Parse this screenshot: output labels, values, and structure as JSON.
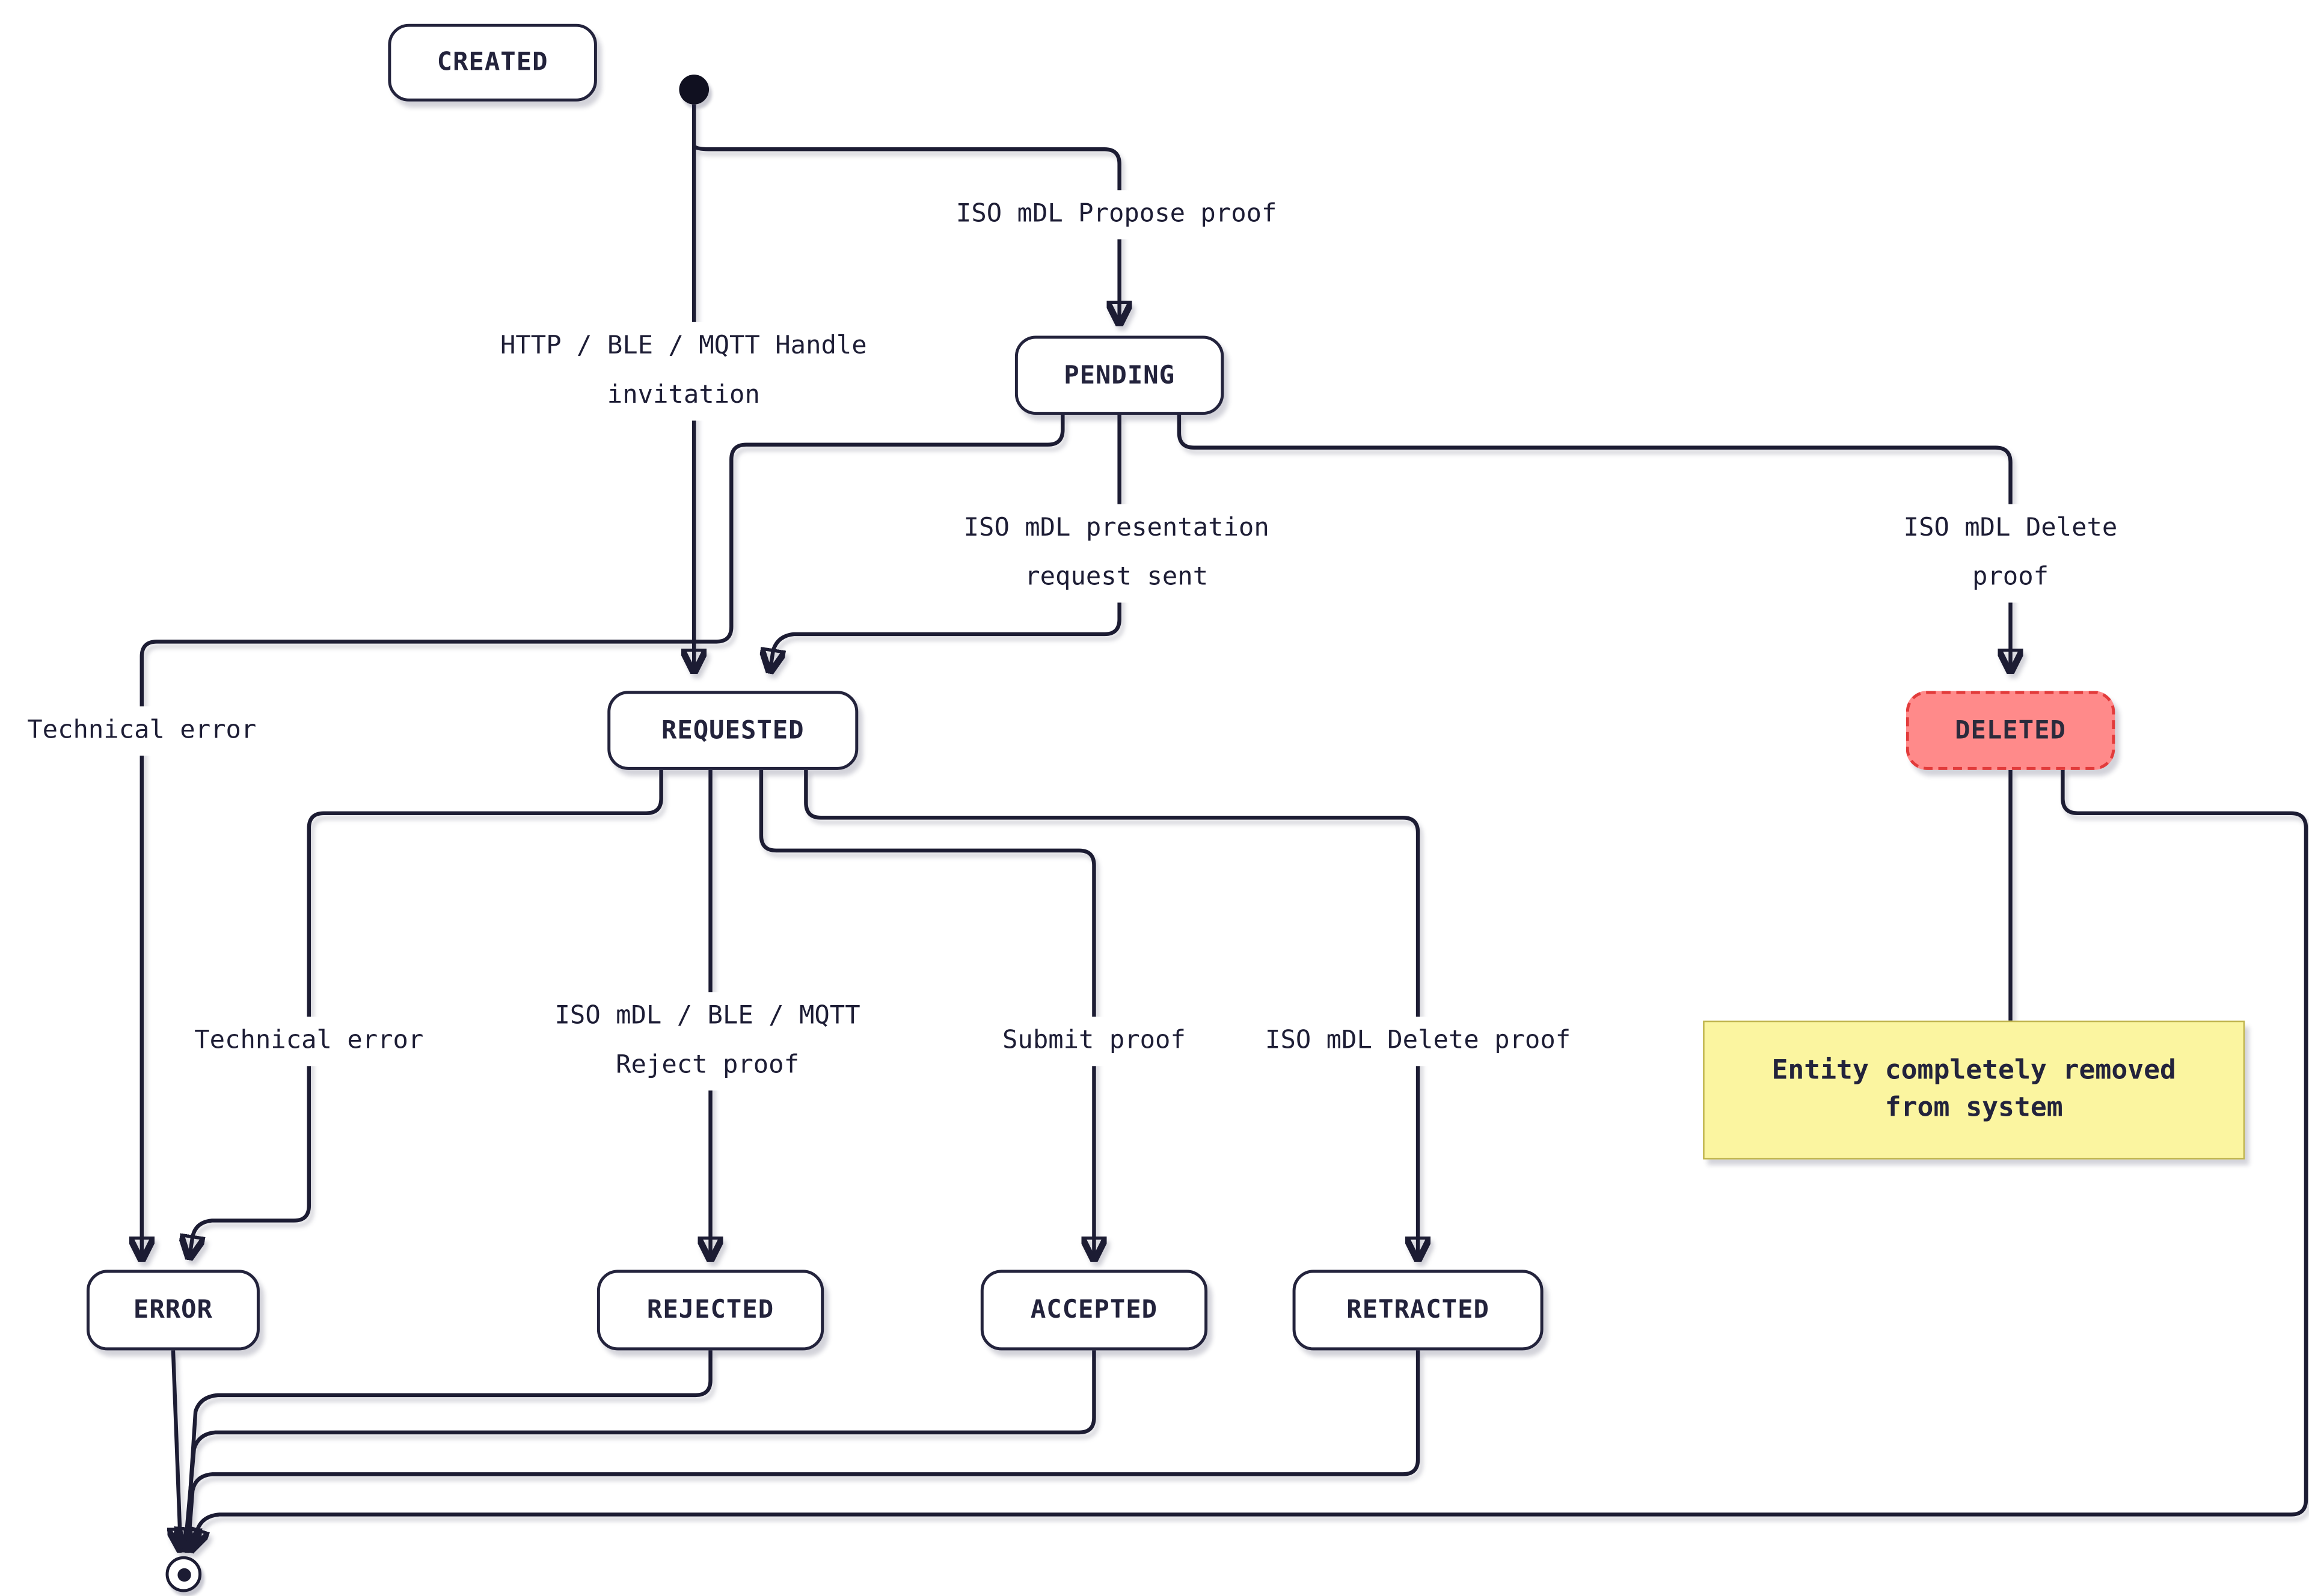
{
  "states": {
    "created": {
      "label": "CREATED"
    },
    "pending": {
      "label": "PENDING"
    },
    "requested": {
      "label": "REQUESTED"
    },
    "deleted": {
      "label": "DELETED"
    },
    "error": {
      "label": "ERROR"
    },
    "rejected": {
      "label": "REJECTED"
    },
    "accepted": {
      "label": "ACCEPTED"
    },
    "retracted": {
      "label": "RETRACTED"
    }
  },
  "edges": {
    "init_to_pending": {
      "label": "ISO mDL Propose proof"
    },
    "init_to_requested": {
      "label": "HTTP / BLE / MQTT Handle\ninvitation"
    },
    "pending_to_requested": {
      "label": "ISO mDL presentation\nrequest sent"
    },
    "pending_to_deleted": {
      "label": "ISO mDL Delete proof"
    },
    "pending_to_error": {
      "label": "Technical error"
    },
    "requested_to_error": {
      "label": "Technical error"
    },
    "requested_to_rejected": {
      "label": "ISO mDL / BLE / MQTT\nReject proof"
    },
    "requested_to_accepted": {
      "label": "Submit proof"
    },
    "requested_to_retracted": {
      "label": "ISO mDL Delete proof"
    }
  },
  "note": {
    "text": "Entity completely removed\nfrom system"
  },
  "colors": {
    "line": "#1c1c33",
    "state_border": "#23233c",
    "state_fill": "#ffffff",
    "deleted_fill": "#ff8a8a",
    "deleted_border": "#e23b3b",
    "note_fill": "#fbf5a0",
    "note_border": "#bfb44e"
  }
}
